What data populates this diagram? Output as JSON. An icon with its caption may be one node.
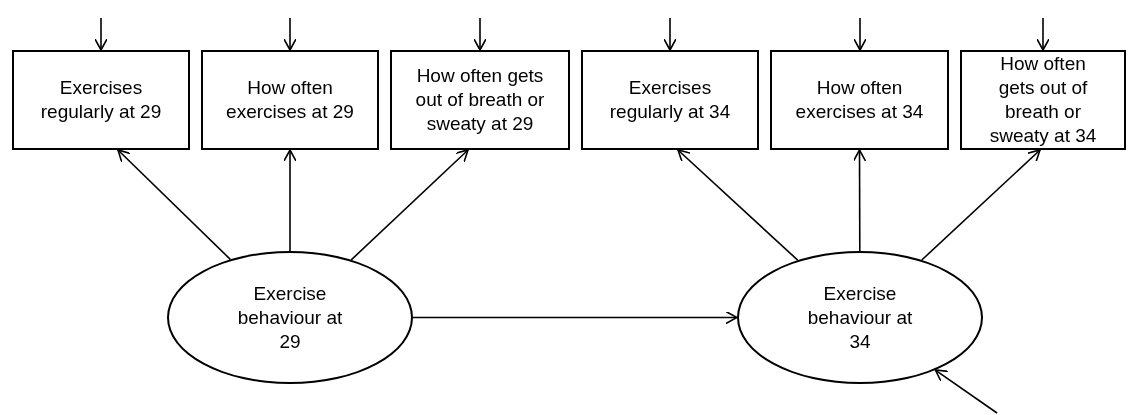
{
  "diagram": {
    "nodes": [
      {
        "text": [
          "Exercises regularly at 29"
        ]
      },
      {
        "text": [
          "How often exercises at 29"
        ]
      },
      {
        "text": [
          "How often gets out of breath or sweaty at 29"
        ]
      },
      {
        "text": [
          "Exercises regularly at 34"
        ]
      },
      {
        "text": [
          "How often exercises at 34"
        ]
      },
      {
        "text": [
          "How often gets out of breath or sweaty at 34"
        ]
      },
      {
        "text": [
          "Exercise behaviour at 29"
        ]
      },
      {
        "text": [
          "Exercise behaviour at 34"
        ]
      }
    ],
    "edges": [
      {
        "from": null,
        "to": 0,
        "arrow": "to"
      },
      {
        "from": null,
        "to": 1,
        "arrow": "to"
      },
      {
        "from": null,
        "to": 2,
        "arrow": "to"
      },
      {
        "from": null,
        "to": 3,
        "arrow": "to"
      },
      {
        "from": null,
        "to": 4,
        "arrow": "to"
      },
      {
        "from": null,
        "to": 5,
        "arrow": "to"
      },
      {
        "from": 6,
        "to": 0,
        "arrow": "to"
      },
      {
        "from": 6,
        "to": 1,
        "arrow": "to"
      },
      {
        "from": 6,
        "to": 2,
        "arrow": "to"
      },
      {
        "from": 7,
        "to": 3,
        "arrow": "to"
      },
      {
        "from": 7,
        "to": 4,
        "arrow": "to"
      },
      {
        "from": 7,
        "to": 5,
        "arrow": "to"
      },
      {
        "from": 6,
        "to": 7,
        "arrow": "to"
      },
      {
        "from": null,
        "to": 7,
        "arrow": "to"
      }
    ]
  }
}
